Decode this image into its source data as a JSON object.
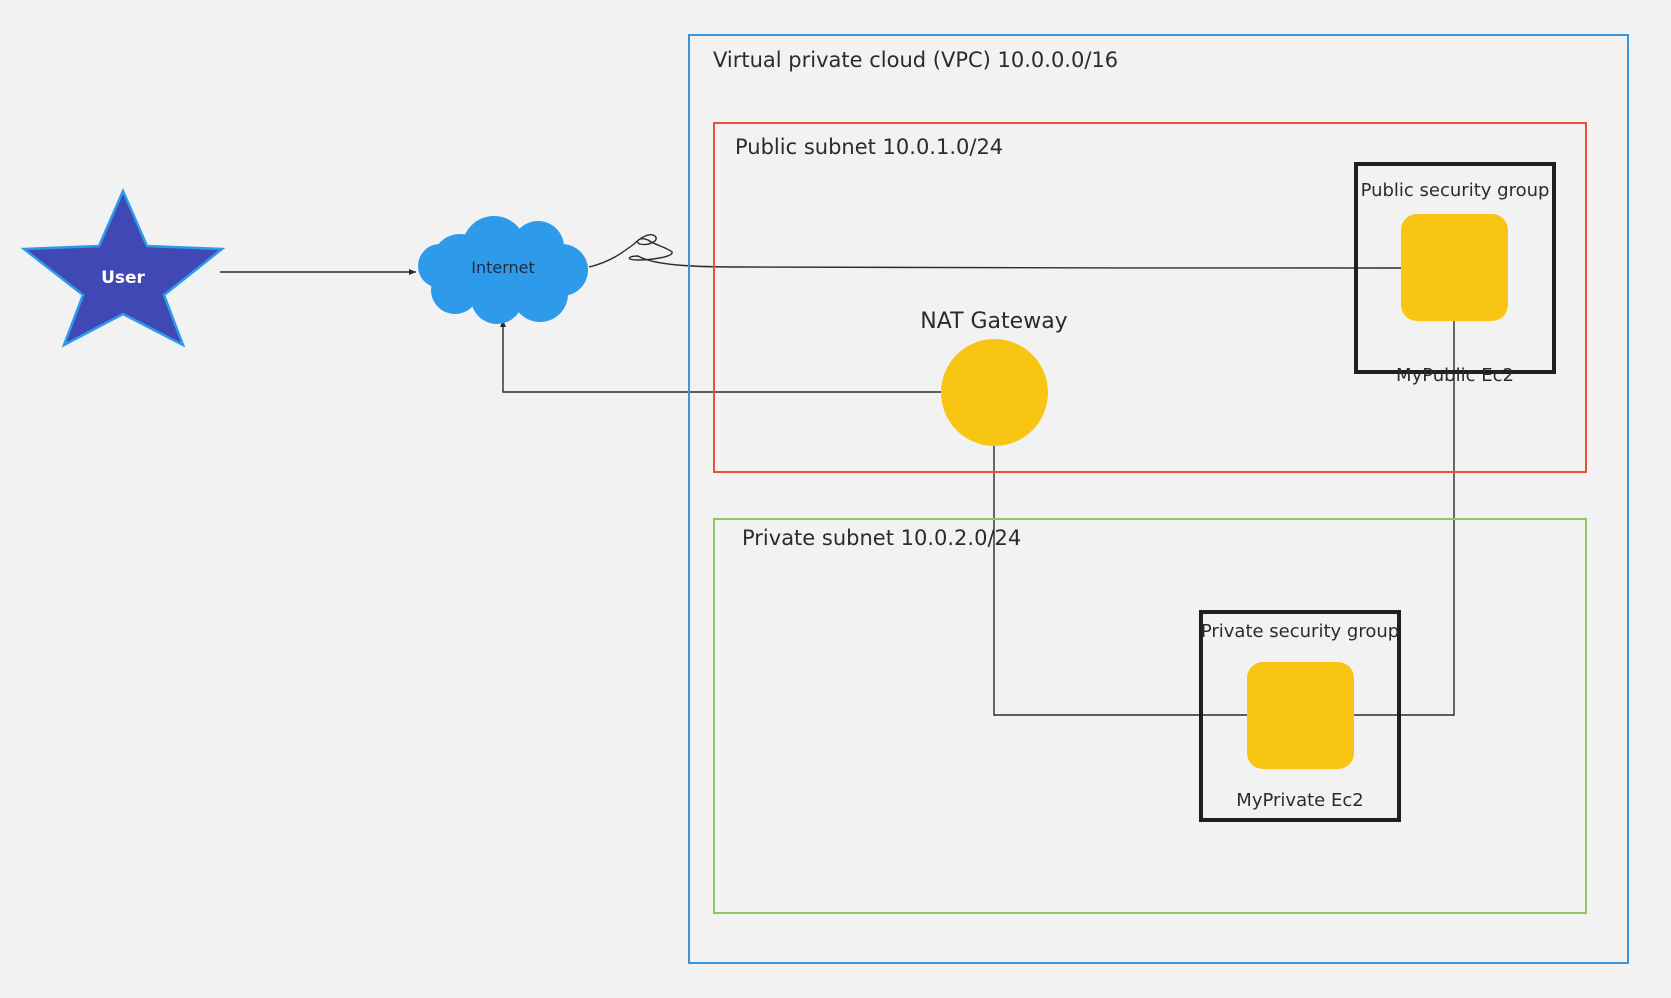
{
  "vpc": {
    "title": "Virtual private cloud (VPC) 10.0.0.0/16",
    "border_color": "#3a95dc"
  },
  "public_subnet": {
    "title": "Public subnet 10.0.1.0/24",
    "border_color": "#e8503a",
    "security_group": {
      "title": "Public security group",
      "instance_label": "MyPublic Ec2"
    },
    "nat_gateway": {
      "label": "NAT Gateway"
    }
  },
  "private_subnet": {
    "title": "Private subnet 10.0.2.0/24",
    "border_color": "#8cc765",
    "security_group": {
      "title": "Private security group",
      "instance_label": "MyPrivate Ec2"
    }
  },
  "internet": {
    "label": "Internet",
    "color": "#2e9bea"
  },
  "user": {
    "label": "User",
    "color": "#3f48b4"
  },
  "colors": {
    "resource": "#f8c513",
    "security_group_border": "#1f1f1f",
    "connector": "#2b2b2b",
    "background": "#f2f2f2"
  }
}
